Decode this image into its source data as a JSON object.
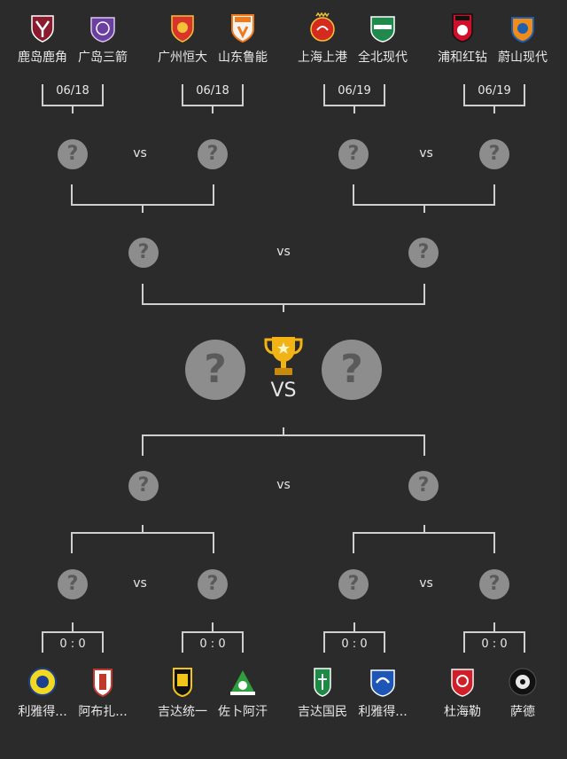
{
  "top_teams": [
    {
      "name": "鹿岛鹿角",
      "logo": "kashima-antlers-logo",
      "color": "#b3123a"
    },
    {
      "name": "广岛三箭",
      "logo": "sanfrecce-hiroshima-logo",
      "color": "#6a3fa0"
    },
    {
      "name": "广州恒大",
      "logo": "guangzhou-evergrande-logo",
      "color": "#d8342a"
    },
    {
      "name": "山东鲁能",
      "logo": "shandong-luneng-logo",
      "color": "#f07a1a"
    },
    {
      "name": "上海上港",
      "logo": "shanghai-sipg-logo",
      "color": "#d52b1e"
    },
    {
      "name": "全北现代",
      "logo": "jeonbuk-motors-logo",
      "color": "#1f8a4c"
    },
    {
      "name": "浦和红钻",
      "logo": "urawa-reds-logo",
      "color": "#d0102a"
    },
    {
      "name": "蔚山现代",
      "logo": "ulsan-hyundai-logo",
      "color": "#1f5fae"
    }
  ],
  "top_dates": [
    "06/18",
    "06/18",
    "06/19",
    "06/19"
  ],
  "bottom_teams": [
    {
      "name": "利雅得...",
      "logo": "al-nassr-logo",
      "color": "#f2d81e"
    },
    {
      "name": "阿布扎...",
      "logo": "al-wahda-logo",
      "color": "#c0392b"
    },
    {
      "name": "吉达统一",
      "logo": "al-ittihad-logo",
      "color": "#f0c419"
    },
    {
      "name": "佐卜阿汗",
      "logo": "zob-ahan-logo",
      "color": "#2e9e3f"
    },
    {
      "name": "吉达国民",
      "logo": "al-ahli-logo",
      "color": "#1d8a46"
    },
    {
      "name": "利雅得...",
      "logo": "al-hilal-logo",
      "color": "#1e56b8"
    },
    {
      "name": "杜海勒",
      "logo": "al-duhail-logo",
      "color": "#d11f2a"
    },
    {
      "name": "萨德",
      "logo": "al-sadd-logo",
      "color": "#111111"
    }
  ],
  "bottom_scores": [
    "0 : 0",
    "0 : 0",
    "0 : 0",
    "0 : 0"
  ],
  "vs": "vs",
  "vs_final": "VS",
  "unknown": "?",
  "trophy": "trophy-icon"
}
